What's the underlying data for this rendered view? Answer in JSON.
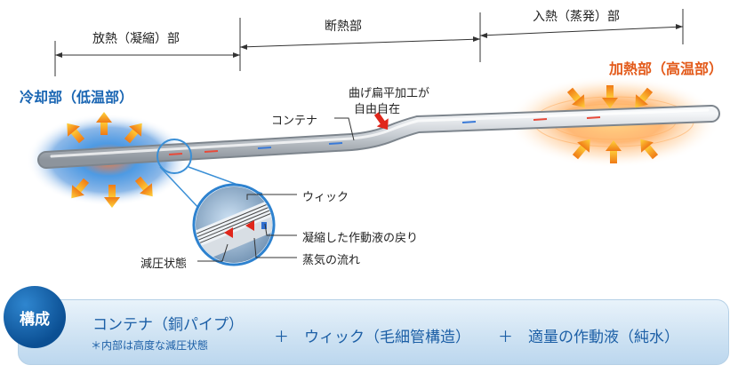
{
  "sections": {
    "release": "放熱（凝縮）部",
    "insulation": "断熱部",
    "input": "入熱（蒸発）部"
  },
  "zones": {
    "cooling": "冷却部（低温部）",
    "heating": "加熱部（高温部）"
  },
  "labels": {
    "bend_note_line1": "曲げ扁平加工が",
    "bend_note_line2": "自由自在",
    "container": "コンテナ",
    "wick": "ウィック",
    "condensed_return": "凝縮した作動液の戻り",
    "vapor_flow": "蒸気の流れ",
    "reduced_pressure": "減圧状態"
  },
  "composition": {
    "badge": "構成",
    "item1": "コンテナ（銅パイプ）",
    "item1_note": "＊内部は高度な減圧状態",
    "plus1": "＋",
    "item2": "ウィック（毛細管構造）",
    "plus2": "＋",
    "item3": "適量の作動液（純水）"
  },
  "colors": {
    "accent_blue": "#1a66b3",
    "accent_orange": "#e35a1a",
    "panel": "#cfe3f3"
  }
}
